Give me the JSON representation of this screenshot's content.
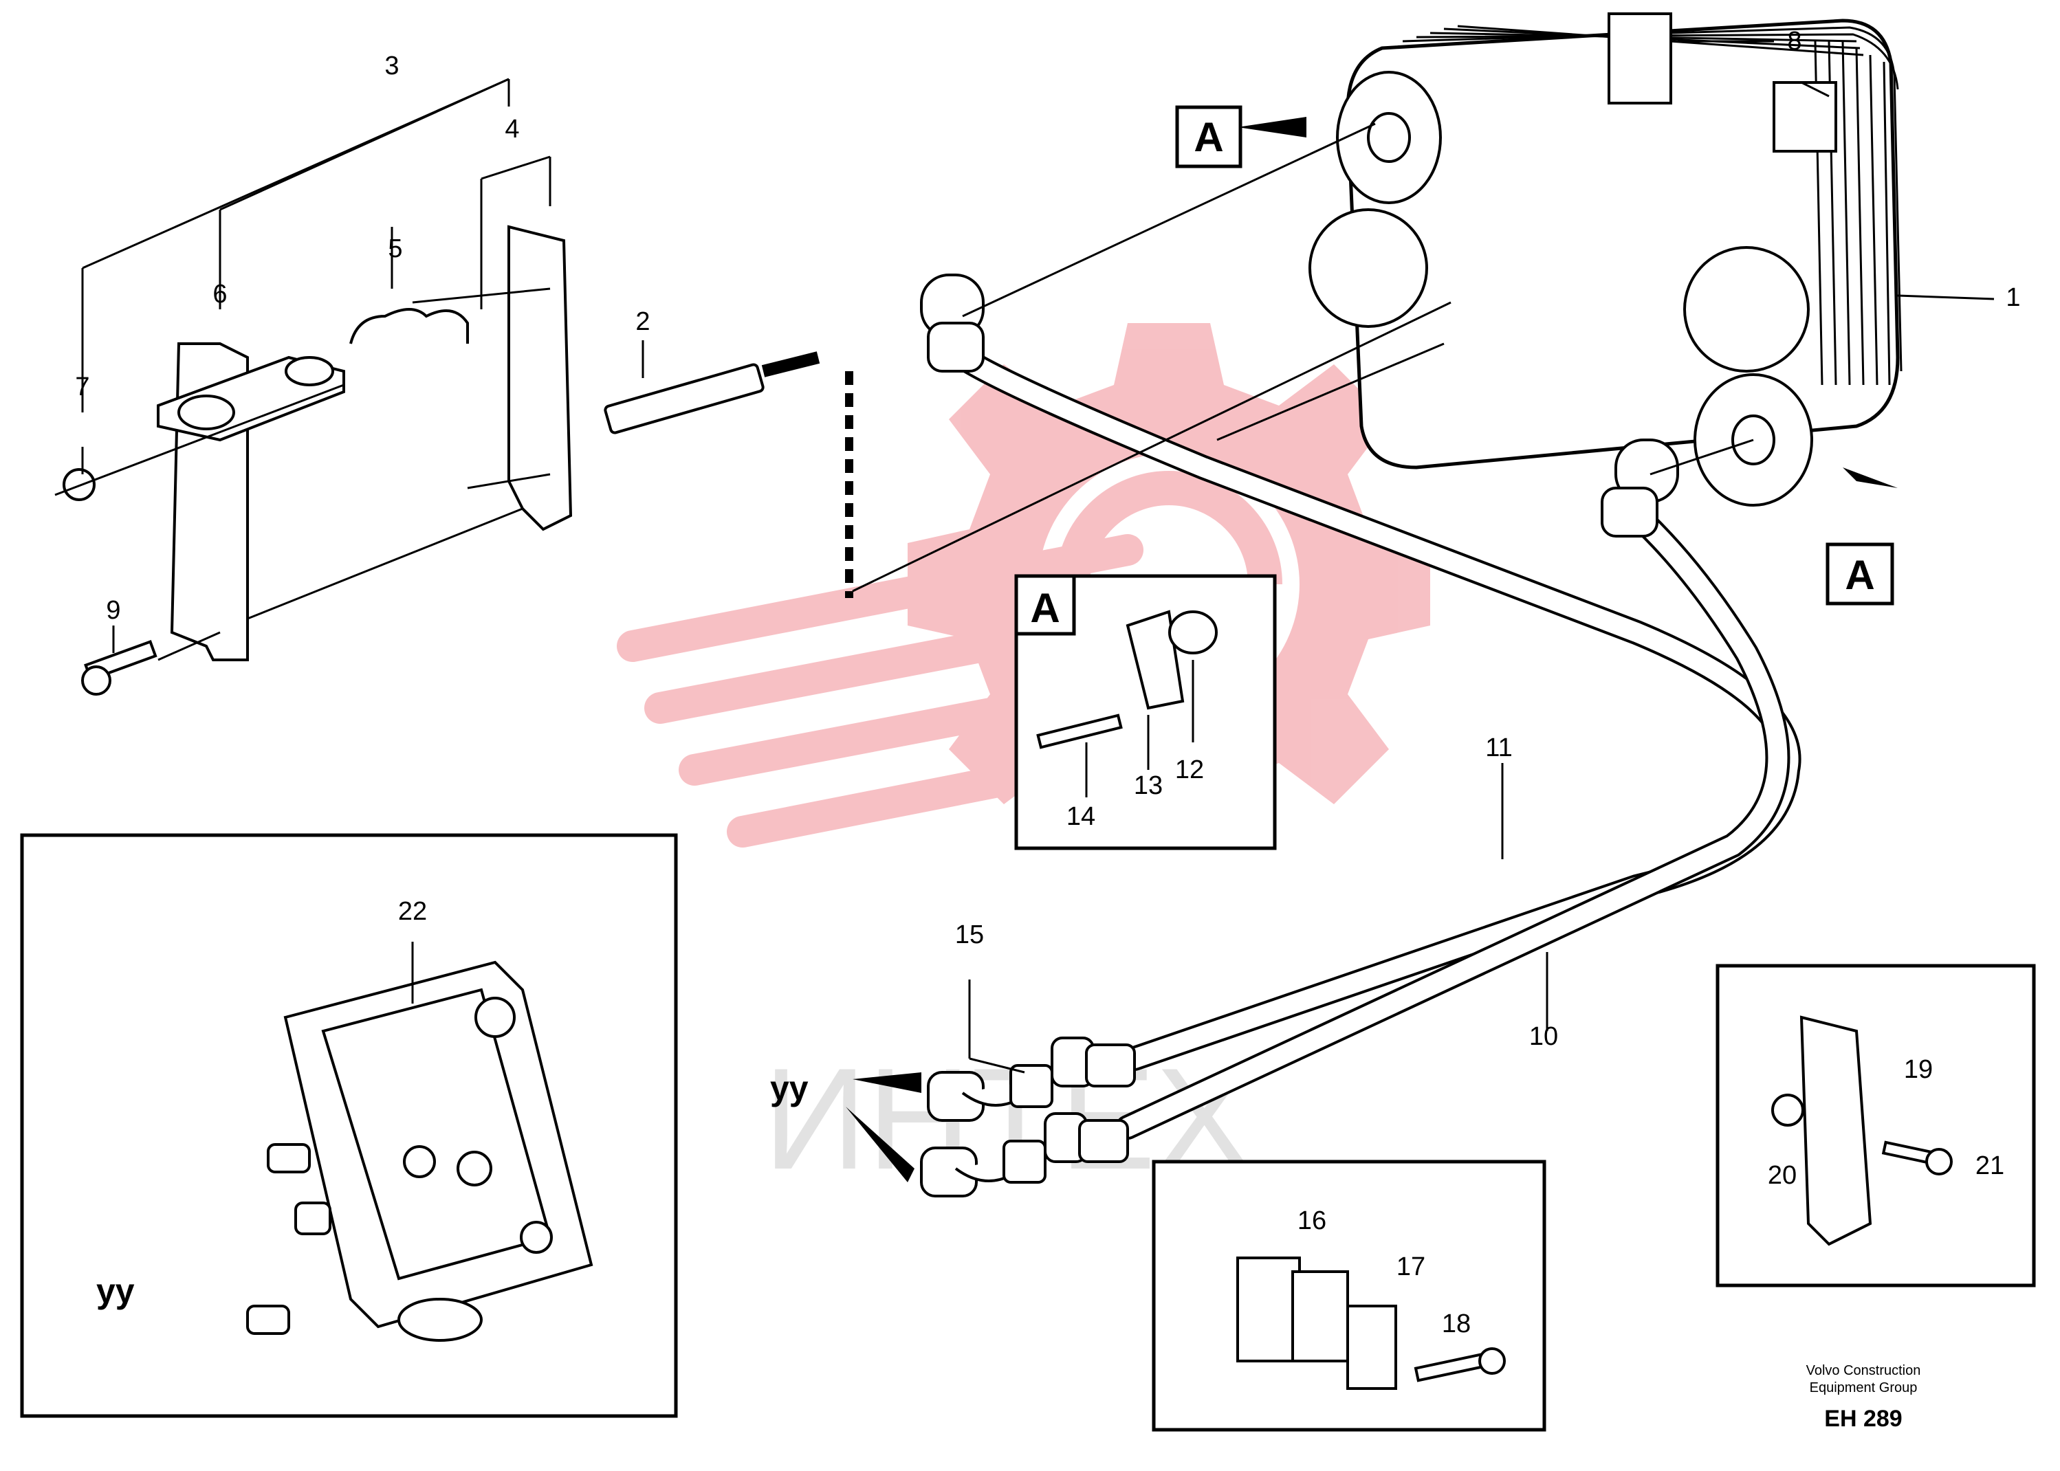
{
  "labels": {
    "p1": "1",
    "p2": "2",
    "p3": "3",
    "p4": "4",
    "p5": "5",
    "p6": "6",
    "p7": "7",
    "p8": "8",
    "p9": "9",
    "p10": "10",
    "p11": "11",
    "p12": "12",
    "p13": "13",
    "p14": "14",
    "p15": "15",
    "p16": "16",
    "p17": "17",
    "p18": "18",
    "p19": "19",
    "p20": "20",
    "p21": "21",
    "p22": "22"
  },
  "view_marker": "A",
  "section_marker": "yy",
  "publisher": {
    "line1": "Volvo Construction",
    "line2": "Equipment Group"
  },
  "drawing_code": "EH 289",
  "watermark": {
    "text": "ИНТЕХ",
    "color": "#f2a0a6"
  }
}
